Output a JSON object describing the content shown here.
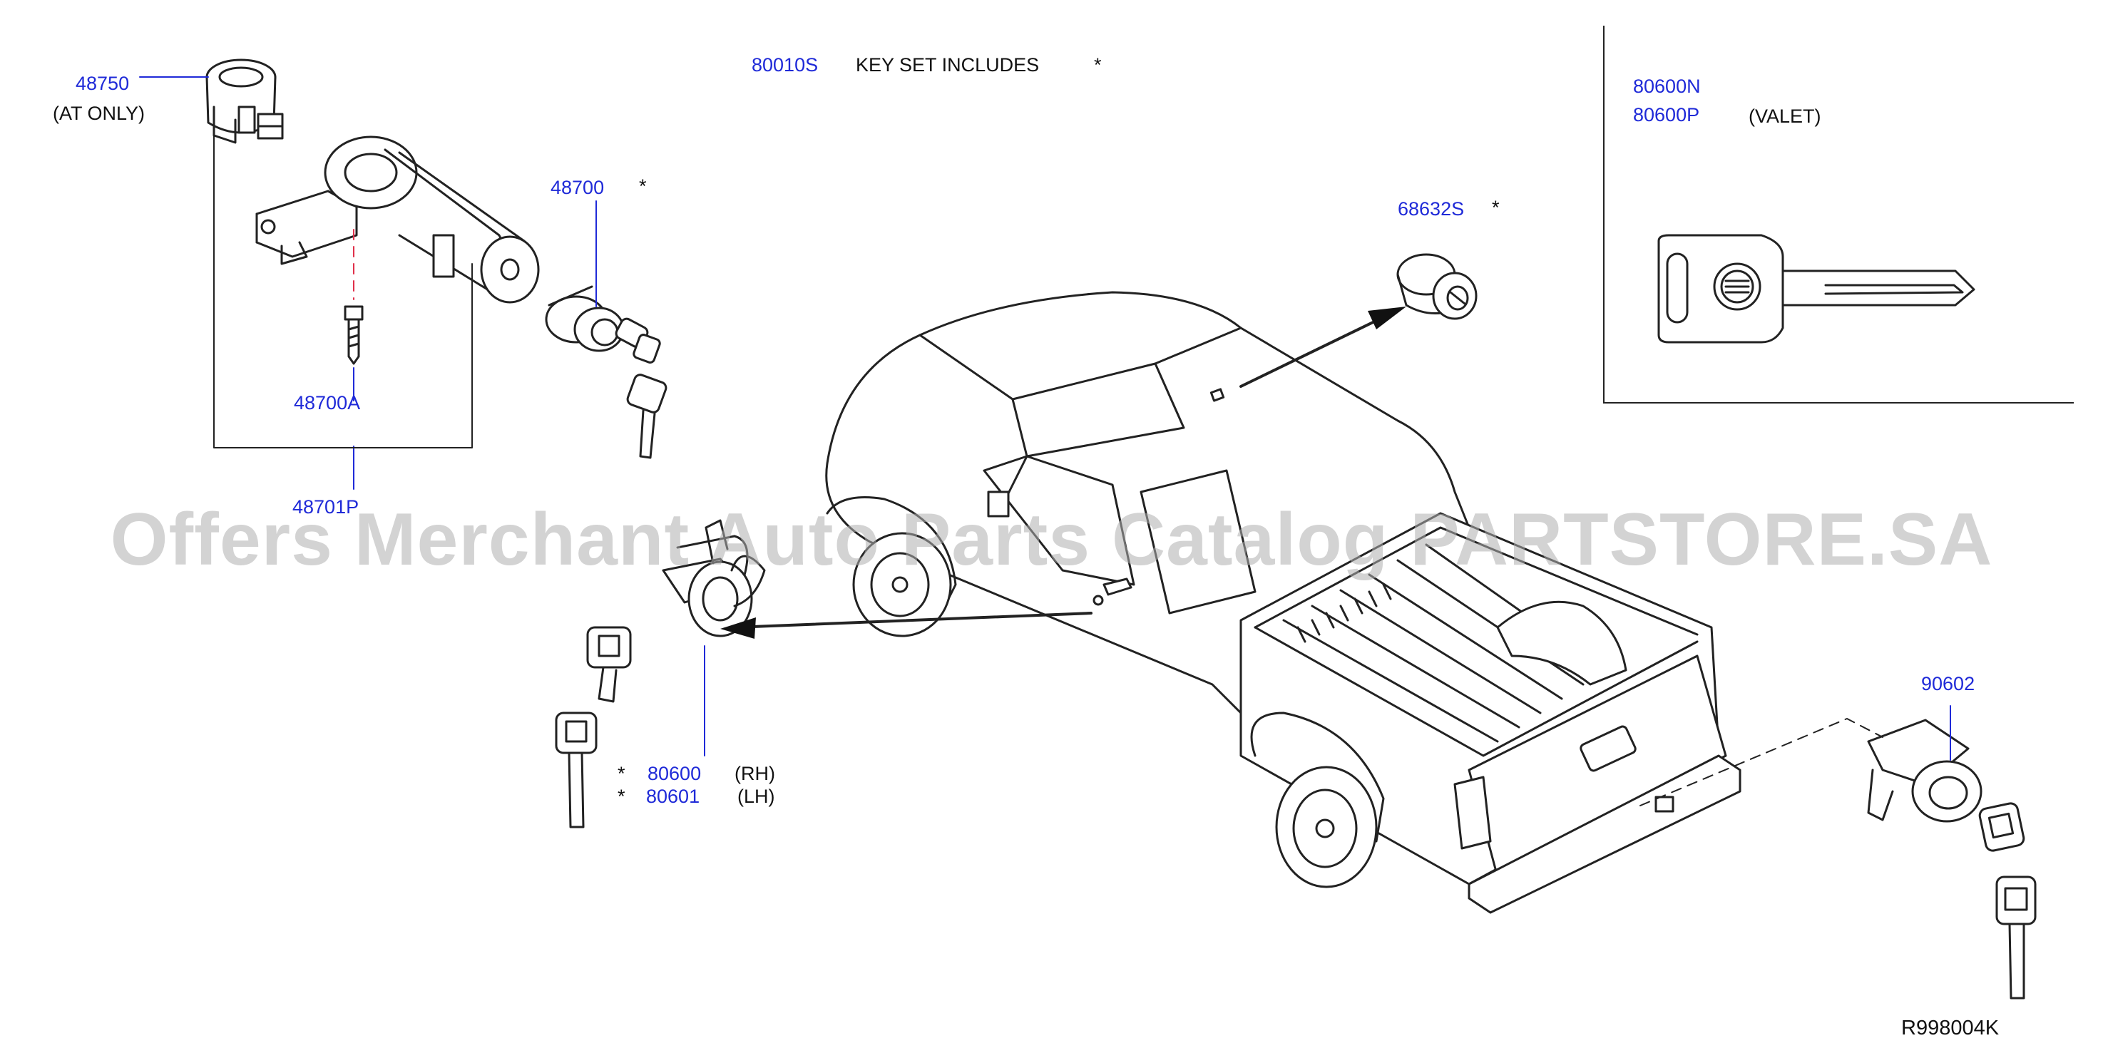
{
  "parts": {
    "p48750": {
      "number": "48750",
      "note": "(AT   ONLY)"
    },
    "p48700": {
      "number": "48700",
      "mark": "*"
    },
    "p48700A": {
      "number": "48700A"
    },
    "p48701P": {
      "number": "48701P"
    },
    "p80010S": {
      "number": "80010S",
      "note": "KEY   SET   INCLUDES",
      "mark": "*"
    },
    "p68632S": {
      "number": "68632S",
      "mark": "*"
    },
    "p80600N": {
      "number": "80600N"
    },
    "p80600P": {
      "number": "80600P",
      "note": "(VALET)"
    },
    "p80600": {
      "number": "80600",
      "mark": "*",
      "note": "(RH)"
    },
    "p80601": {
      "number": "80601",
      "mark": "*",
      "note": "(LH)"
    },
    "p90602": {
      "number": "90602"
    }
  },
  "diagram_ref": "R998004K",
  "watermark": "Offers Merchant Auto Parts Catalog PARTSTORE.SA",
  "colors": {
    "part_number": "#1f2ad8",
    "line": "#222222",
    "leader": "#1f2ad8",
    "dash_red": "#e0304a"
  }
}
